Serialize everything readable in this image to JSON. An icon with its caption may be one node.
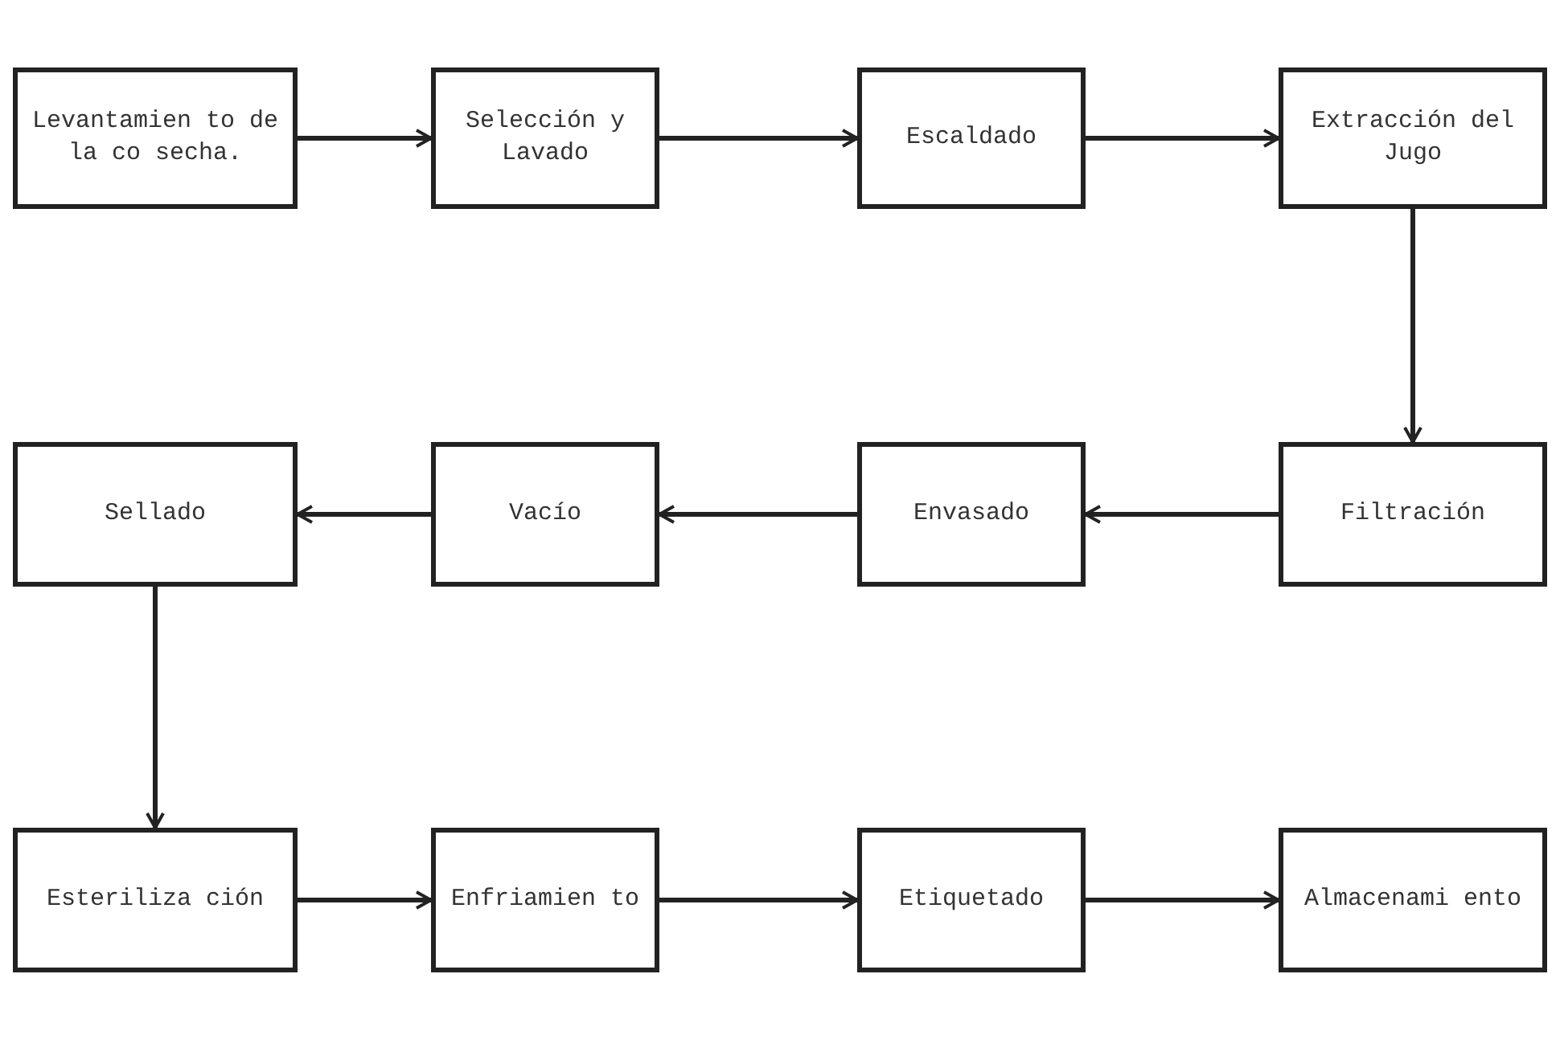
{
  "diagram": {
    "nodes": [
      {
        "text": [
          "Levantamien to de la co secha."
        ]
      },
      {
        "text": [
          "Selección y Lavado"
        ]
      },
      {
        "text": [
          "Escaldado"
        ]
      },
      {
        "text": [
          "Extracción del Jugo"
        ]
      },
      {
        "text": [
          "Sellado"
        ]
      },
      {
        "text": [
          "Vacío"
        ]
      },
      {
        "text": [
          "Envasado"
        ]
      },
      {
        "text": [
          "Filtración"
        ]
      },
      {
        "text": [
          "Esteriliza ción"
        ]
      },
      {
        "text": [
          "Enfriamien to"
        ]
      },
      {
        "text": [
          "Etiquetado"
        ]
      },
      {
        "text": [
          "Almacenami ento"
        ]
      }
    ],
    "edges": [
      {
        "from": 0,
        "to": 1,
        "arrow": "to"
      },
      {
        "from": 1,
        "to": 2,
        "arrow": "to"
      },
      {
        "from": 2,
        "to": 3,
        "arrow": "to"
      },
      {
        "from": 3,
        "to": 7,
        "arrow": "to"
      },
      {
        "from": 7,
        "to": 6,
        "arrow": "to"
      },
      {
        "from": 6,
        "to": 5,
        "arrow": "to"
      },
      {
        "from": 5,
        "to": 4,
        "arrow": "to"
      },
      {
        "from": 4,
        "to": 8,
        "arrow": "to"
      },
      {
        "from": 8,
        "to": 9,
        "arrow": "to"
      },
      {
        "from": 9,
        "to": 10,
        "arrow": "to"
      },
      {
        "from": 10,
        "to": 11,
        "arrow": "to"
      }
    ]
  }
}
